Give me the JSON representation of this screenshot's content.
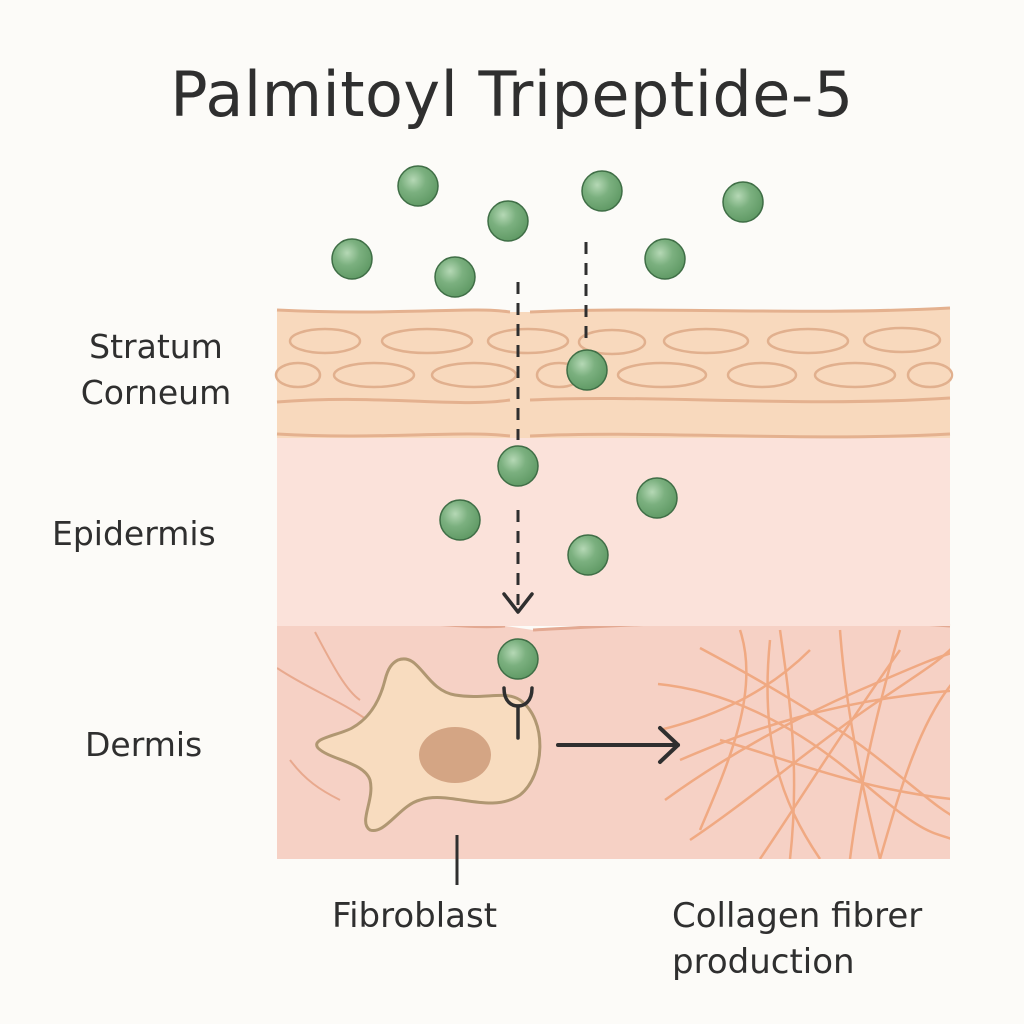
{
  "title": "Palmitoyl Tripeptide-5",
  "layers": {
    "stratum_corneum": [
      "Stratum",
      "Corneum"
    ],
    "epidermis": "Epidermis",
    "dermis": "Dermis"
  },
  "captions": {
    "fibroblast": "Fibroblast",
    "collagen": [
      "Collagen fibrer",
      "production"
    ]
  },
  "colors": {
    "peptide": "#7bb07f",
    "stratum_corneum": "#f8d9bd",
    "epidermis": "#fbe2da",
    "dermis": "#f6d1c5",
    "fibroblast": "#f8dcbf",
    "nucleus": "#d4a584",
    "collagen": "#f0a982",
    "arrow": "#2f2f2f"
  }
}
